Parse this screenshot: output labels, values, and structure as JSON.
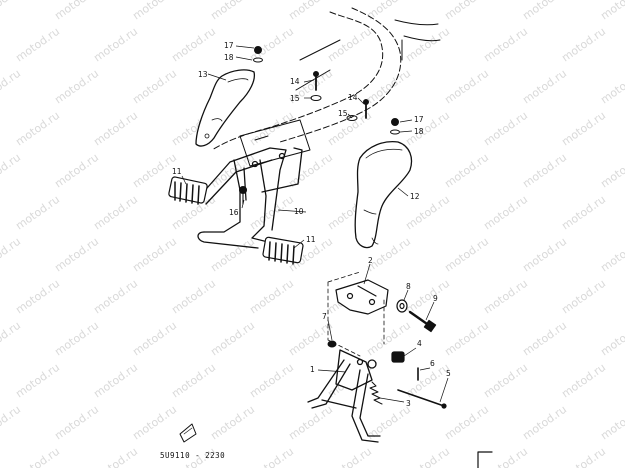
{
  "diagram": {
    "watermark_text": "motod.ru",
    "drawing_code": "5U9110 - 2230",
    "part_numbers": [
      "1",
      "2",
      "3",
      "4",
      "5",
      "6",
      "7",
      "8",
      "9",
      "10",
      "11",
      "12",
      "13",
      "14",
      "15",
      "16",
      "17",
      "18"
    ]
  }
}
